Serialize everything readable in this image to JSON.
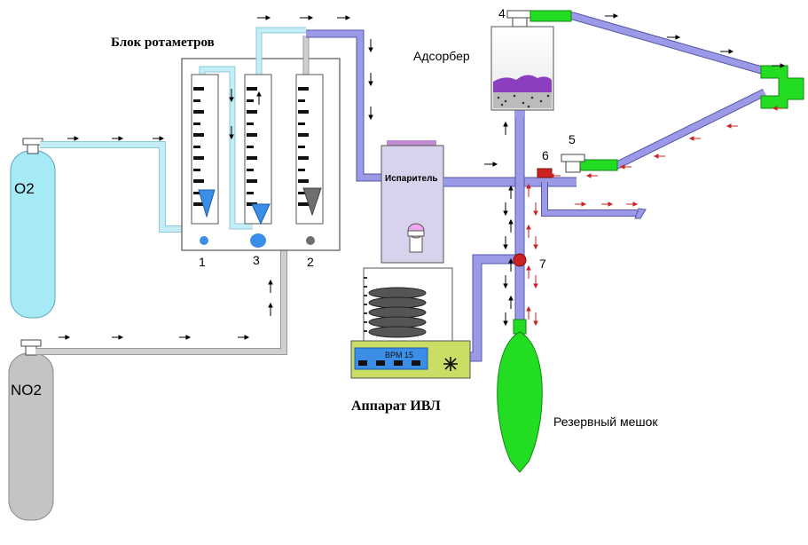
{
  "labels": {
    "rotameter_block": "Блок ротаметров",
    "adsorber": "Адсорбер",
    "vaporizer": "Испаритель",
    "ventilator": "Аппарат ИВЛ",
    "reservoir_bag": "Резервный мешок",
    "ventilator_display": "BPM 15"
  },
  "cylinders": {
    "o2": "O2",
    "no2": "NO2"
  },
  "rotameter_numbers": [
    "1",
    "3",
    "2"
  ],
  "callouts": [
    "4",
    "5",
    "6",
    "7"
  ],
  "colors": {
    "o2_line": "#bfe9f2",
    "o2_cylinder": "#a6eaf6",
    "no2_line": "#c8c8c8",
    "no2_cylinder": "#c4c4c4",
    "circuit": "#9a9ae6",
    "green": "#22dd22",
    "vaporizer_body": "#d9d2ec",
    "ventilator_body": "#ccdd66",
    "valve_red": "#cc2222",
    "float_blue": "#3a8ee8",
    "float_gray": "#6e6e6e"
  }
}
